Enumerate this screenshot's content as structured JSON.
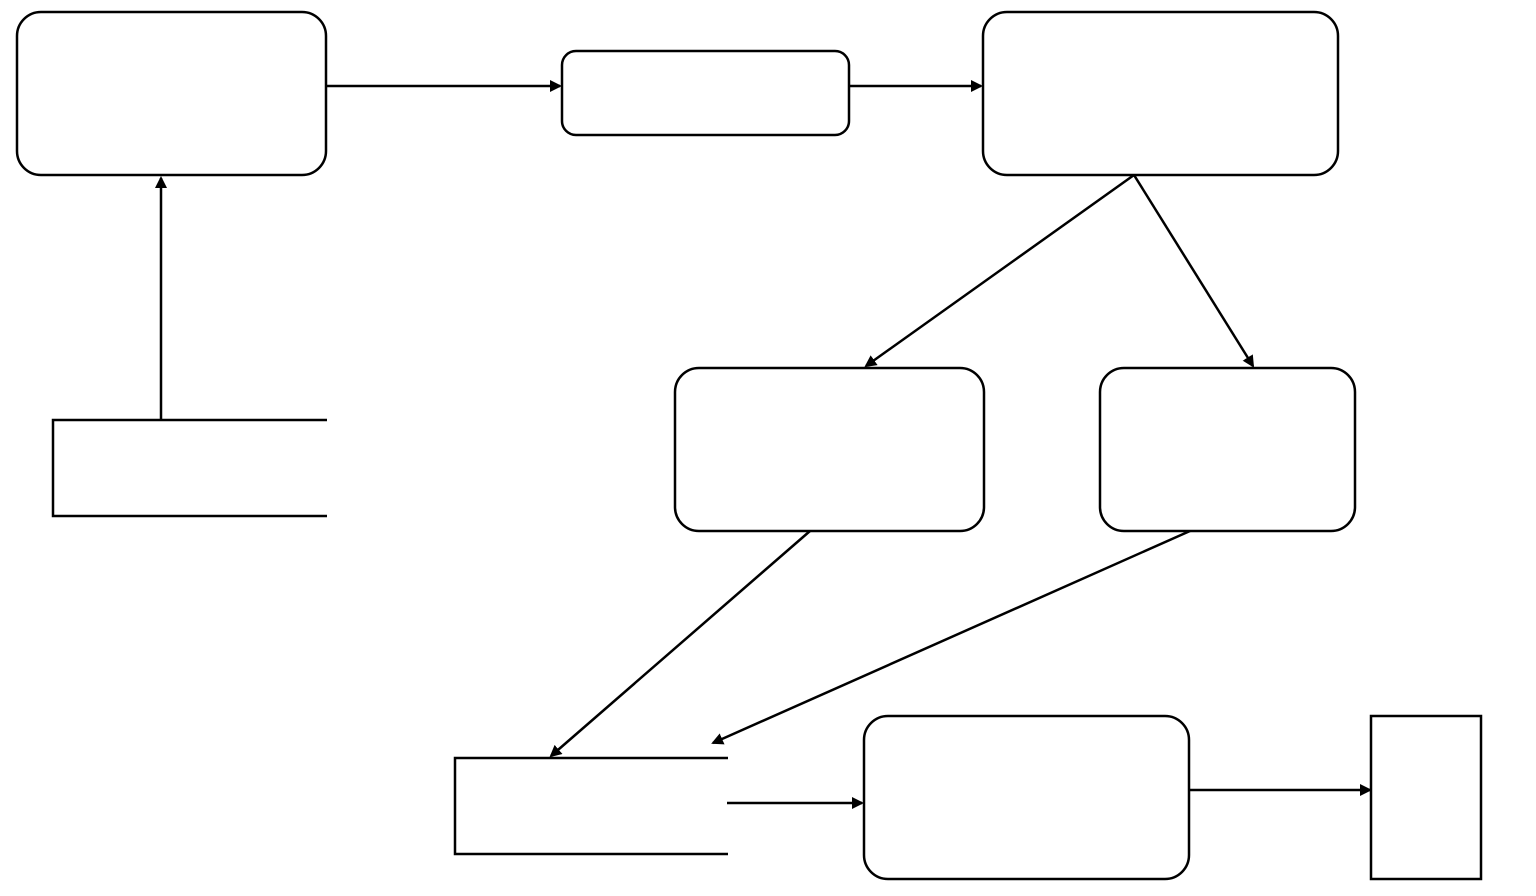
{
  "colors": {
    "stroke": "#000000",
    "fill": "#ffffff",
    "background": "#ffffff"
  },
  "nodes": [
    {
      "id": "process-1",
      "shape": "rounded-rect",
      "label": ""
    },
    {
      "id": "process-2",
      "shape": "rounded-rect",
      "label": ""
    },
    {
      "id": "process-3",
      "shape": "rounded-rect",
      "label": ""
    },
    {
      "id": "process-4",
      "shape": "rounded-rect",
      "label": ""
    },
    {
      "id": "process-5",
      "shape": "rounded-rect",
      "label": ""
    },
    {
      "id": "process-6",
      "shape": "rounded-rect",
      "label": ""
    },
    {
      "id": "data-store-1",
      "shape": "open-rect",
      "label": ""
    },
    {
      "id": "data-store-2",
      "shape": "open-rect",
      "label": ""
    },
    {
      "id": "external-entity-1",
      "shape": "rect",
      "label": ""
    }
  ],
  "edges": [
    {
      "from": "data-store-1",
      "to": "process-1"
    },
    {
      "from": "process-1",
      "to": "process-2"
    },
    {
      "from": "process-2",
      "to": "process-3"
    },
    {
      "from": "process-3",
      "to": "process-4"
    },
    {
      "from": "process-3",
      "to": "process-5"
    },
    {
      "from": "process-4",
      "to": "data-store-2"
    },
    {
      "from": "process-5",
      "to": "data-store-2"
    },
    {
      "from": "data-store-2",
      "to": "process-6"
    },
    {
      "from": "process-6",
      "to": "external-entity-1"
    }
  ]
}
